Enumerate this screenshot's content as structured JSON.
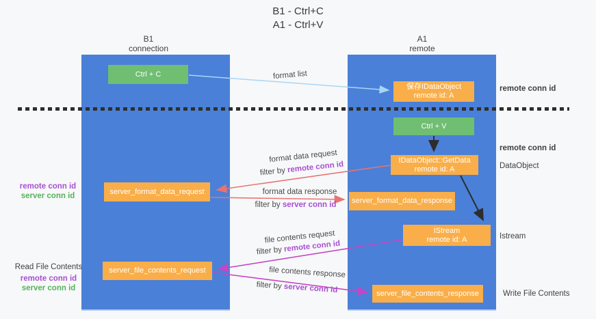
{
  "title": {
    "line1": "B1 - Ctrl+C",
    "line2": "A1 - Ctrl+V"
  },
  "lanes": {
    "left": {
      "header_top": "B1",
      "header_bottom": "connection"
    },
    "right": {
      "header_top": "A1",
      "header_bottom": "remote"
    }
  },
  "nodes": {
    "ctrl_c": {
      "label": "Ctrl + C"
    },
    "ctrl_v": {
      "label": "Ctrl + V"
    },
    "save_dataobject": {
      "line1": "保存IDataObject",
      "line2": "remote id: A"
    },
    "getdata": {
      "line1": "IDataObject::GetData",
      "line2": "remote id: A"
    },
    "istream": {
      "line1": "IStream",
      "line2": "remote id: A"
    },
    "server_format_data_request": {
      "label": "server_format_data_request"
    },
    "server_format_data_response": {
      "label": "server_format_data_response"
    },
    "server_file_contents_request": {
      "label": "server_file_contents_request"
    },
    "server_file_contents_response": {
      "label": "server_file_contents_response"
    }
  },
  "flow_labels": {
    "format_list": "format list",
    "format_data_request": "format data request",
    "format_data_request_filter": {
      "prefix": "filter by ",
      "value": "remote conn id"
    },
    "format_data_response": "format data response",
    "format_data_response_filter": {
      "prefix": "filter by ",
      "value": "server conn id"
    },
    "file_contents_request": "file contents request",
    "file_contents_request_filter": {
      "prefix": "filter by ",
      "value": "remote conn id"
    },
    "file_contents_response": "file contents response",
    "file_contents_response_filter": {
      "prefix": "filter by ",
      "value": "server conn id"
    }
  },
  "side_labels": {
    "left_format": {
      "remote": "remote conn id",
      "server": "server conn id"
    },
    "left_file": {
      "title": "Read File Contents",
      "remote": "remote conn id",
      "server": "server conn id"
    },
    "right": {
      "remote_top": "remote conn id",
      "remote_mid": "remote conn id",
      "dataobject": "DataObject",
      "istream": "Istream",
      "write_file": "Write File Contents"
    }
  },
  "colors": {
    "lane_blue": "#4a80d8",
    "node_green": "#6fbe72",
    "node_orange": "#f9ae49",
    "arrow_light_blue": "#a9d6f5",
    "arrow_red": "#e87373",
    "arrow_magenta": "#c645c6",
    "arrow_black": "#2d2d2d",
    "label_purple": "#a74fd1",
    "label_green": "#56b25c"
  }
}
